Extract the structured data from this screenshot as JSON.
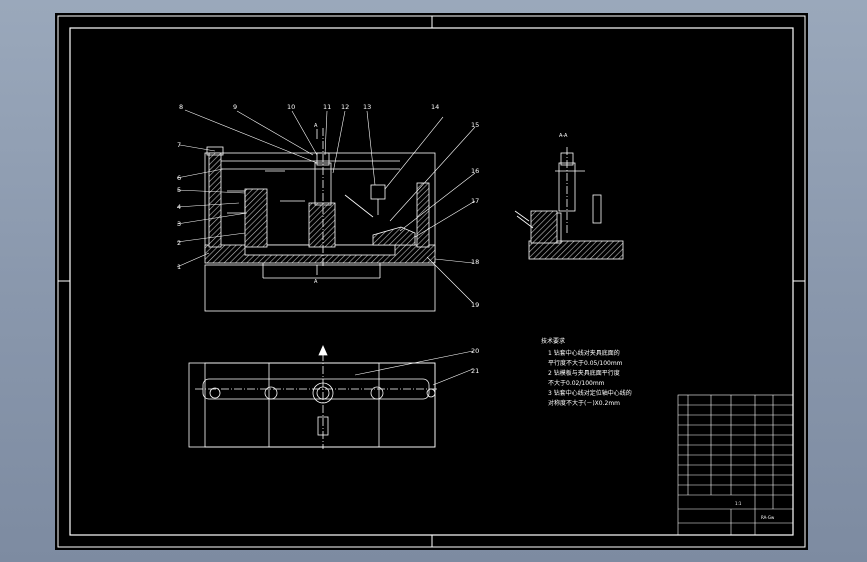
{
  "colors": {
    "background": "#8a98ad",
    "sheet": "#000000",
    "line": "#ffffff",
    "section": "#c8c8c8"
  },
  "drawing": {
    "balloons": [
      "1",
      "2",
      "3",
      "4",
      "5",
      "6",
      "7",
      "8",
      "9",
      "10",
      "11",
      "12",
      "13",
      "14",
      "15",
      "16",
      "17",
      "18",
      "19",
      "20",
      "21"
    ],
    "view_labels": {
      "section_aa": "A",
      "side_view": "A-A"
    },
    "notes": {
      "title": "技术要求",
      "lines": [
        "1 钻套中心线对夹具底面的",
        "平行度不大于0.05/100mm",
        "2 钻模板与夹具底面平行度",
        "不大于0.02/100mm",
        "3 钻套中心线对定位轴中心线的",
        "对称度不大于(－)X0.2mm"
      ]
    },
    "title_block": {
      "scale": "1:1",
      "title": "RA-Gw"
    }
  }
}
